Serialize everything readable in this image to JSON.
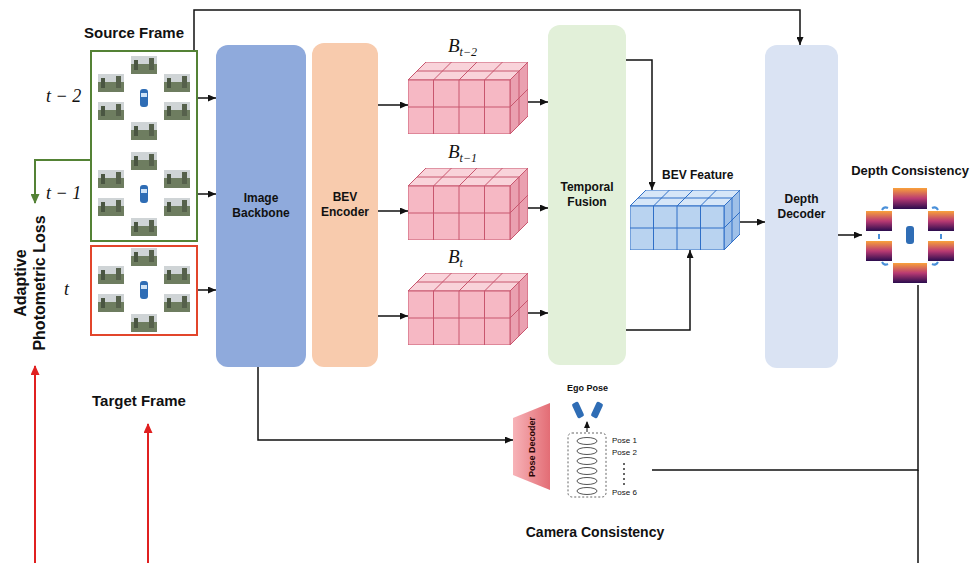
{
  "diagram": {
    "nodes": [
      {
        "text": [
          "Source Frame"
        ]
      },
      {
        "text": [
          "Target Frame"
        ]
      },
      {
        "text": [
          "Image Backbone"
        ]
      },
      {
        "text": [
          "BEV Encoder"
        ]
      },
      {
        "text": [
          "B",
          "t−2"
        ]
      },
      {
        "text": [
          "B",
          "t−1"
        ]
      },
      {
        "text": [
          "B",
          "t"
        ]
      },
      {
        "text": [
          "Temporal Fusion"
        ]
      },
      {
        "text": [
          "BEV Feature"
        ]
      },
      {
        "text": [
          "Depth Decoder"
        ]
      },
      {
        "text": [
          "Depth Consistency"
        ]
      },
      {
        "text": [
          "Pose Decoder"
        ]
      },
      {
        "text": [
          "Pose 1",
          "Pose 2",
          "Pose 6"
        ]
      }
    ],
    "edges": [
      {
        "from": 0,
        "to": 2,
        "arrow": "to"
      },
      {
        "from": 0,
        "to": 2,
        "arrow": "to"
      },
      {
        "from": 1,
        "to": 2,
        "arrow": "to"
      },
      {
        "from": 3,
        "to": 4,
        "arrow": "to"
      },
      {
        "from": 3,
        "to": 5,
        "arrow": "to"
      },
      {
        "from": 3,
        "to": 6,
        "arrow": "to"
      },
      {
        "from": 4,
        "to": 7,
        "arrow": "to"
      },
      {
        "from": 5,
        "to": 7,
        "arrow": "to"
      },
      {
        "from": 6,
        "to": 7,
        "arrow": "to"
      },
      {
        "from": 7,
        "to": 8,
        "arrow": "to"
      },
      {
        "from": 7,
        "to": 8,
        "arrow": "to"
      },
      {
        "from": 8,
        "to": 9,
        "arrow": "to"
      },
      {
        "from": 9,
        "to": 10,
        "arrow": "to"
      },
      {
        "from": 0,
        "to": 9,
        "arrow": "to"
      },
      {
        "from": 2,
        "to": 11,
        "arrow": "to"
      },
      {
        "from": 12,
        "to": 10,
        "arrow": "none"
      }
    ],
    "labels": [
      "t − 2",
      "t − 1",
      "t",
      "Adaptive Photometric Loss",
      "Ego Pose",
      "Camera Consistency"
    ]
  }
}
